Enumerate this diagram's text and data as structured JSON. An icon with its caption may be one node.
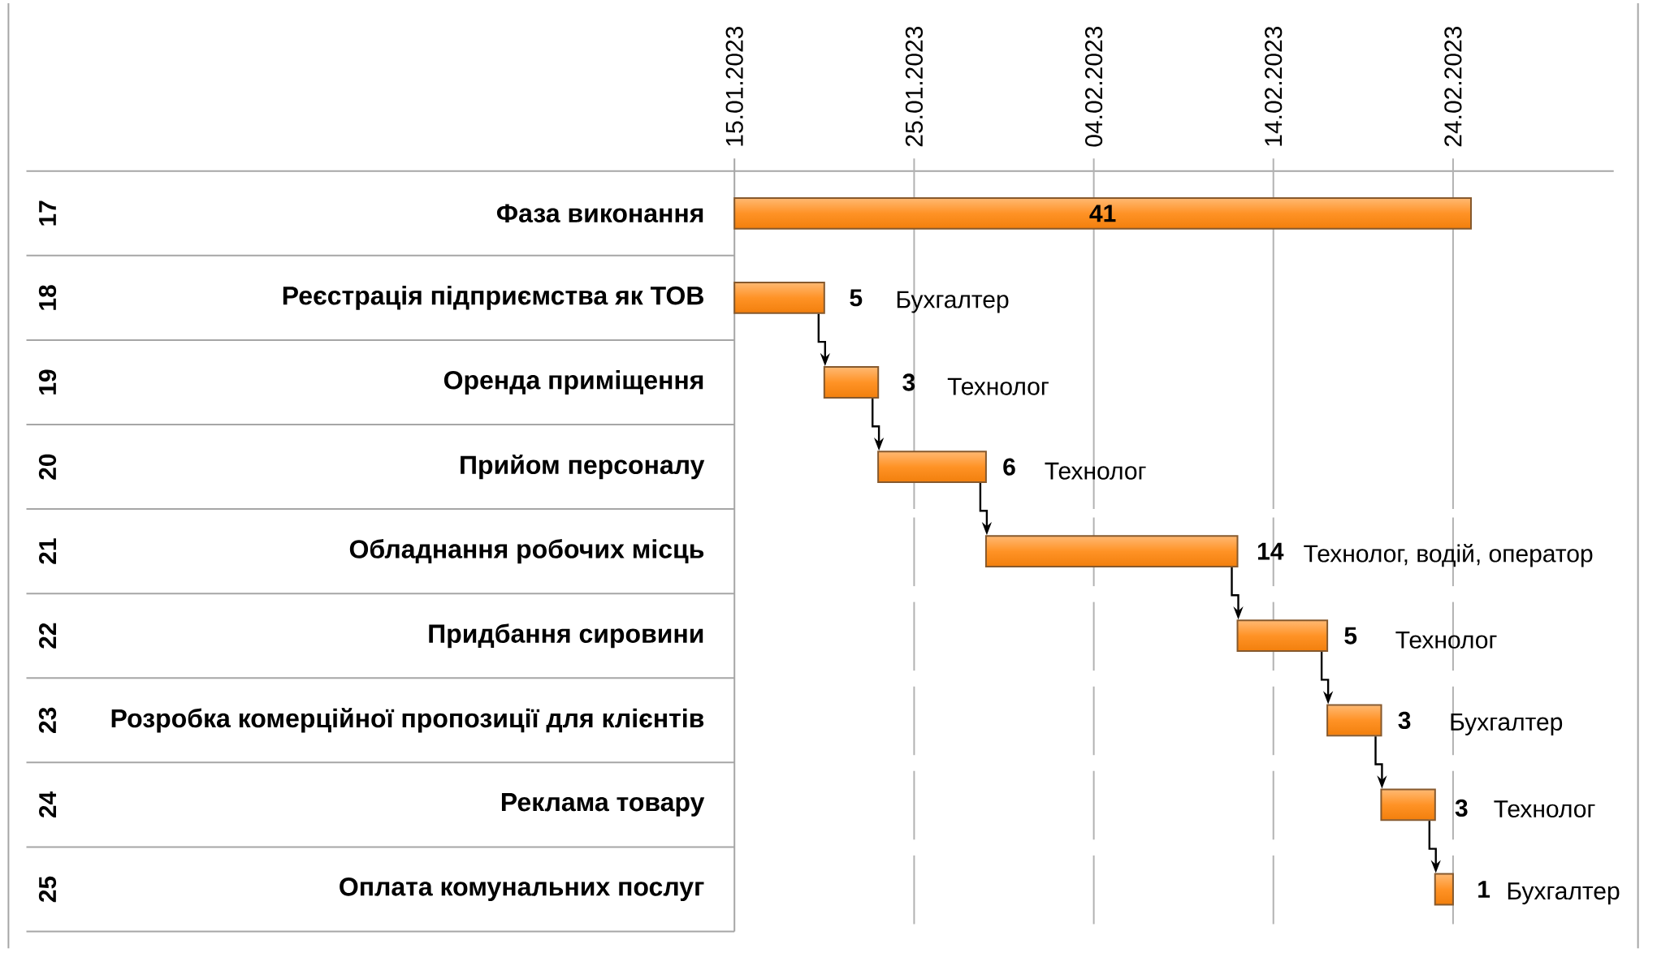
{
  "diagram": {
    "nodes": [
      {
        "text": [
          "41"
        ]
      },
      {
        "text": [],
        "shape": "bar",
        "beside": [
          "5",
          "Бухгалтер"
        ]
      },
      {
        "text": [],
        "shape": "bar",
        "beside": [
          "3",
          "Технолог"
        ]
      },
      {
        "text": [],
        "shape": "bar",
        "beside": [
          "6",
          "Технолог"
        ]
      },
      {
        "text": [],
        "shape": "bar",
        "beside": [
          "14",
          "Технолог, водій, оператор"
        ]
      },
      {
        "text": [],
        "shape": "bar",
        "beside": [
          "5",
          "Технолог"
        ]
      },
      {
        "text": [],
        "shape": "bar",
        "beside": [
          "3",
          "Бухгалтер"
        ]
      },
      {
        "text": [],
        "shape": "bar",
        "beside": [
          "3",
          "Технолог"
        ]
      },
      {
        "text": [],
        "shape": "bar",
        "beside": [
          "1",
          "Бухгалтер"
        ]
      }
    ],
    "edges": [
      {
        "from": 1,
        "to": 2,
        "arrow": "to"
      },
      {
        "from": 2,
        "to": 3,
        "arrow": "to"
      },
      {
        "from": 3,
        "to": 4,
        "arrow": "to"
      },
      {
        "from": 4,
        "to": 5,
        "arrow": "to"
      },
      {
        "from": 5,
        "to": 6,
        "arrow": "to"
      },
      {
        "from": 6,
        "to": 7,
        "arrow": "to"
      },
      {
        "from": 7,
        "to": 8,
        "arrow": "to"
      }
    ],
    "labels": [
      "15.01.2023",
      "25.01.2023",
      "04.02.2023",
      "14.02.2023",
      "24.02.2023",
      "17",
      "Фаза виконання",
      "18",
      "Реєстрація підприємства як ТОВ",
      "19",
      "Оренда приміщення",
      "20",
      "Прийом персоналу",
      "21",
      "Обладнання робочих місць",
      "22",
      "Придбання сировини",
      "23",
      "Розробка комерційної пропозиції для клієнтів",
      "24",
      "Реклама товару",
      "25",
      "Оплата комунальних послуг"
    ]
  }
}
